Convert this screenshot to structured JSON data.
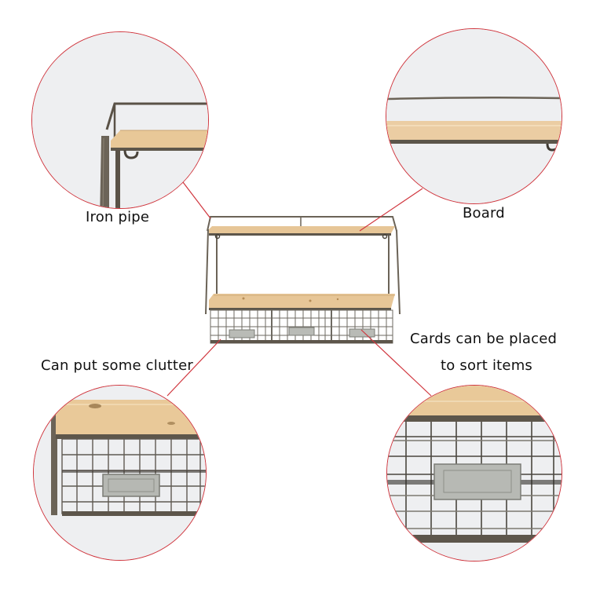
{
  "image": {
    "description": "Product feature infographic for a two-tier wall shelf with wood boards, iron pipe frame and three wire baskets with card holders",
    "background": "#ffffff",
    "accent_color": "#d0363e",
    "wood_color": "#e6c496",
    "metal_color": "#5b554c"
  },
  "callouts": [
    {
      "id": "iron-pipe",
      "label": "Iron pipe",
      "position": "top-left"
    },
    {
      "id": "board",
      "label": "Board",
      "position": "top-right"
    },
    {
      "id": "clutter",
      "label": "Can put some clutter",
      "position": "bottom-left"
    },
    {
      "id": "cards",
      "label_line1": "Cards can be placed",
      "label_line2": "to sort items",
      "position": "bottom-right"
    }
  ],
  "product": {
    "name": "two-tier wall shelf",
    "tiers": 2,
    "baskets": 3
  }
}
